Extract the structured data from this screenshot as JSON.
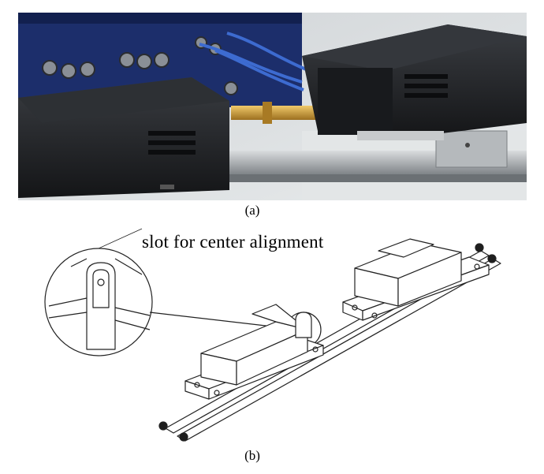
{
  "figure": {
    "panel_a": {
      "caption": "(a)"
    },
    "panel_b": {
      "caption": "(b)",
      "annotation": "slot for center alignment"
    }
  },
  "colors": {
    "unit_body": "#202226",
    "panel_blue": "#1c2e6b",
    "brass": "#c89a34",
    "cable_blue": "#3d6bd0",
    "rail_steel": "#9ea2a6"
  }
}
